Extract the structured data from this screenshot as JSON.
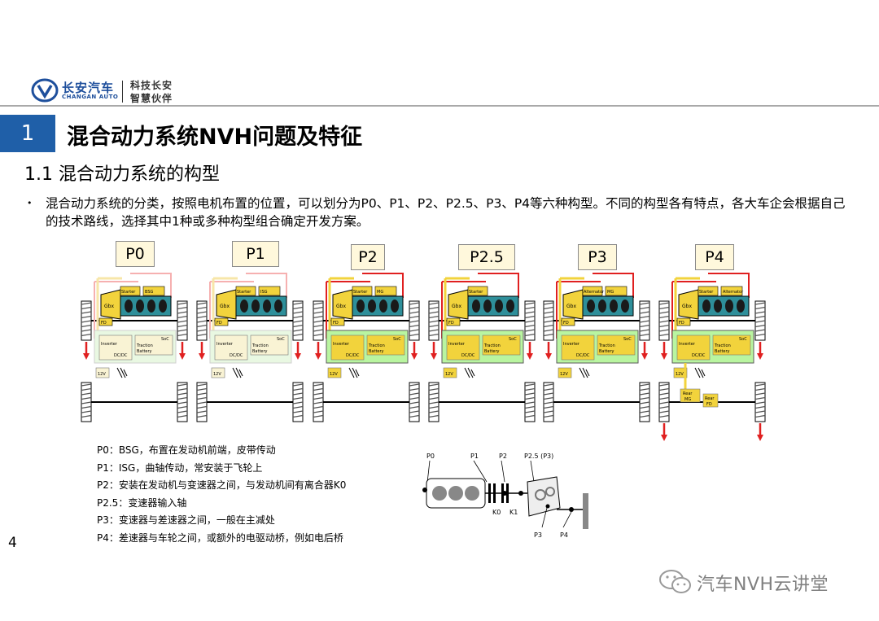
{
  "header": {
    "brand_cn": "长安汽车",
    "brand_en": "CHANGAN AUTO",
    "slogan_line1": "科技长安",
    "slogan_line2": "智慧伙伴"
  },
  "section": {
    "number": "1",
    "title": "混合动力系统NVH问题及特征"
  },
  "subtitle": "1.1 混合动力系统的构型",
  "bullet": {
    "marker": "•",
    "text": "混合动力系统的分类，按照电机布置的位置，可以划分为P0、P1、P2、P2.5、P3、P4等六种构型。不同的构型各有特点，各大车企会根据自己的技术路线，选择其中1种或多种构型组合确定开发方案。"
  },
  "configs": [
    {
      "label": "P0",
      "tag1": "Starter",
      "tag2": "BSG"
    },
    {
      "label": "P1",
      "tag1": "Starter",
      "tag2": "ISG"
    },
    {
      "label": "P2",
      "tag1": "Starter",
      "tag2": "MG"
    },
    {
      "label": "P2.5",
      "tag1": "Starter",
      "tag2": ""
    },
    {
      "label": "P3",
      "tag1": "Alternator",
      "tag2": "MG"
    },
    {
      "label": "P4",
      "tag1": "Starter",
      "tag2": "Alternator"
    }
  ],
  "diagram_text": {
    "gbx": "Gbx",
    "fd": "FD",
    "inverter": "Inverter",
    "dcdc": "DC/DC",
    "soc": "SoC",
    "traction_battery_1": "Traction",
    "traction_battery_2": "Battery",
    "v12": "12V",
    "rear_mg_1": "Rear",
    "rear_mg_2": "MG",
    "rear_fd_1": "Rear",
    "rear_fd_2": "FD"
  },
  "legend": [
    "P0：BSG，布置在发动机前端，皮带传动",
    "P1：ISG，曲轴传动，常安装于飞轮上",
    "P2：安装在发动机与变速器之间，与发动机间有离合器K0",
    "P2.5：变速器输入轴",
    "P3：变速器与差速器之间，一般在主减处",
    "P4：差速器与车轮之间，或额外的电驱动桥，例如电后桥"
  ],
  "schematic_labels": {
    "p0": "P0",
    "p1": "P1",
    "p2": "P2",
    "p25": "P2.5 (P3)",
    "k0": "K0",
    "k1": "K1",
    "p3": "P3",
    "p4": "P4"
  },
  "page_number": "4",
  "watermark": "汽车NVH云讲堂",
  "colors": {
    "accent_blue": "#1f5fa8",
    "brand_blue": "#1e4f9c",
    "label_fill": "#fff8dc",
    "engine_teal": "#2e8f9a",
    "component_yellow": "#f2d33c",
    "battery_green": "#b9f5a0",
    "wire_red": "#e02020"
  }
}
